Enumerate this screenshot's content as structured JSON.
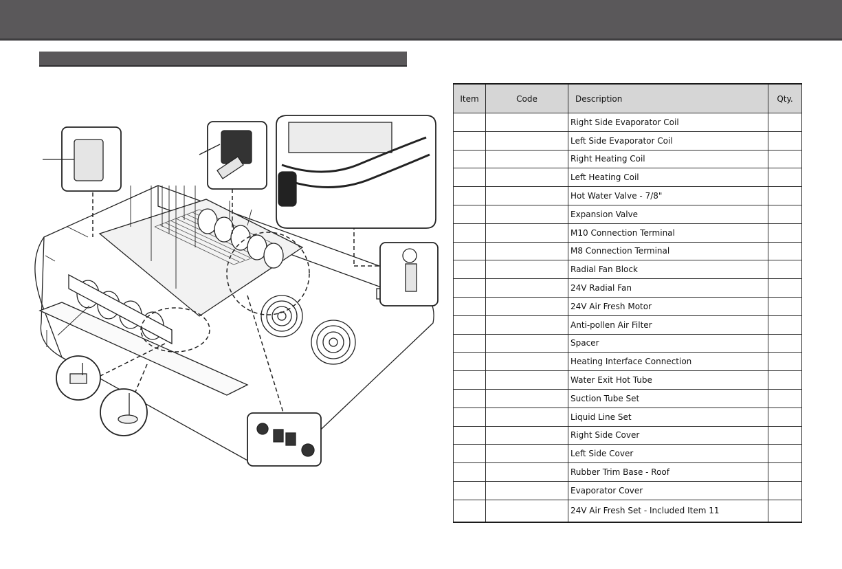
{
  "table": {
    "headers": {
      "item": "Item",
      "code": "Code",
      "description": "Description",
      "qty": "Qty."
    },
    "rows": [
      {
        "item": "",
        "code": "",
        "description": "Right Side Evaporator Coil",
        "qty": ""
      },
      {
        "item": "",
        "code": "",
        "description": "Left Side Evaporator Coil",
        "qty": ""
      },
      {
        "item": "",
        "code": "",
        "description": "Right Heating Coil",
        "qty": ""
      },
      {
        "item": "",
        "code": "",
        "description": "Left Heating Coil",
        "qty": ""
      },
      {
        "item": "",
        "code": "",
        "description": "Hot Water Valve - 7/8\"",
        "qty": ""
      },
      {
        "item": "",
        "code": "",
        "description": "Expansion Valve",
        "qty": ""
      },
      {
        "item": "",
        "code": "",
        "description": "M10 Connection Terminal",
        "qty": ""
      },
      {
        "item": "",
        "code": "",
        "description": "M8 Connection Terminal",
        "qty": ""
      },
      {
        "item": "",
        "code": "",
        "description": "Radial Fan Block",
        "qty": ""
      },
      {
        "item": "",
        "code": "",
        "description": "24V Radial Fan",
        "qty": ""
      },
      {
        "item": "",
        "code": "",
        "description": "24V Air Fresh Motor",
        "qty": ""
      },
      {
        "item": "",
        "code": "",
        "description": "Anti-pollen Air Filter",
        "qty": ""
      },
      {
        "item": "",
        "code": "",
        "description": "Spacer",
        "qty": ""
      },
      {
        "item": "",
        "code": "",
        "description": "Heating Interface Connection",
        "qty": ""
      },
      {
        "item": "",
        "code": "",
        "description": "Water Exit Hot Tube",
        "qty": ""
      },
      {
        "item": "",
        "code": "",
        "description": "Suction Tube Set",
        "qty": ""
      },
      {
        "item": "",
        "code": "",
        "description": "Liquid Line Set",
        "qty": ""
      },
      {
        "item": "",
        "code": "",
        "description": "Right Side Cover",
        "qty": ""
      },
      {
        "item": "",
        "code": "",
        "description": "Left Side Cover",
        "qty": ""
      },
      {
        "item": "",
        "code": "",
        "description": "Rubber Trim Base - Roof",
        "qty": ""
      },
      {
        "item": "",
        "code": "",
        "description": "Evaporator Cover",
        "qty": ""
      },
      {
        "item": "",
        "code": "",
        "description": "24V Air Fresh Set - Included Item 11",
        "qty": ""
      }
    ]
  }
}
